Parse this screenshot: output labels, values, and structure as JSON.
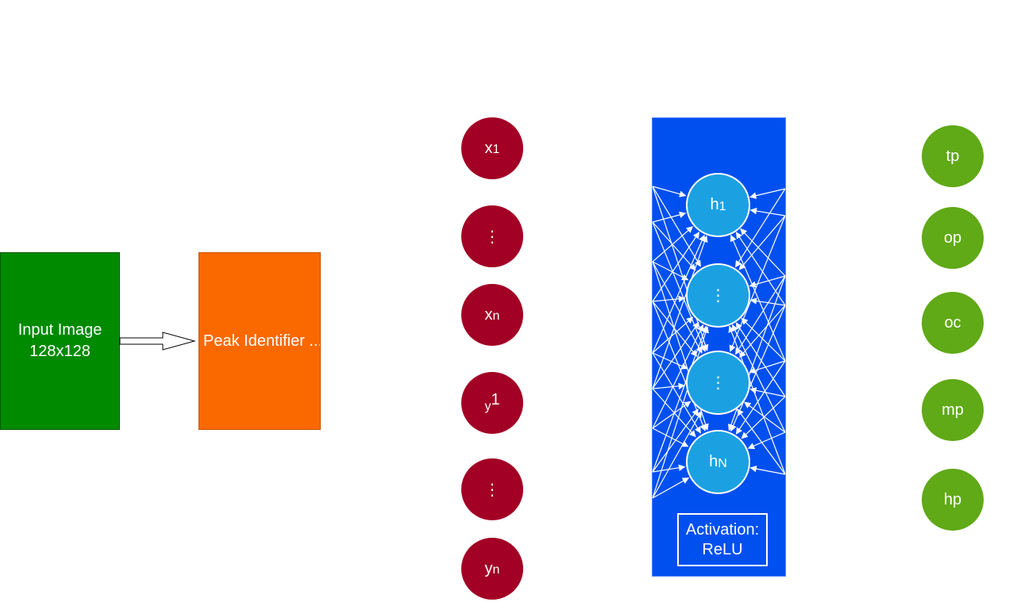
{
  "input_image": {
    "line1": "Input Image",
    "line2": "128x128"
  },
  "peak_identifier": {
    "label": "Peak Identifier ..."
  },
  "input_nodes": [
    {
      "base": "x",
      "sub": "1"
    },
    {
      "base": "⋮",
      "sub": ""
    },
    {
      "base": "x",
      "sub": "n"
    },
    {
      "base": "y",
      "sup": "1"
    },
    {
      "base": "⋮",
      "sub": ""
    },
    {
      "base": "y",
      "sub": "n"
    }
  ],
  "hidden_nodes": [
    {
      "base": "h",
      "sub": "1"
    },
    {
      "base": "⋮",
      "sub": ""
    },
    {
      "base": "⋮",
      "sub": ""
    },
    {
      "base": "h",
      "sub": "N"
    }
  ],
  "activation": {
    "line1": "Activation:",
    "line2": "ReLU"
  },
  "output_nodes": [
    "tp",
    "op",
    "oc",
    "mp",
    "hp"
  ],
  "colors": {
    "input_image": "#008a00",
    "peak_identifier": "#fa6800",
    "input_node": "#a20025",
    "hidden_layer": "#0050ef",
    "hidden_node": "#1ba1e2",
    "output_node": "#60a917"
  }
}
